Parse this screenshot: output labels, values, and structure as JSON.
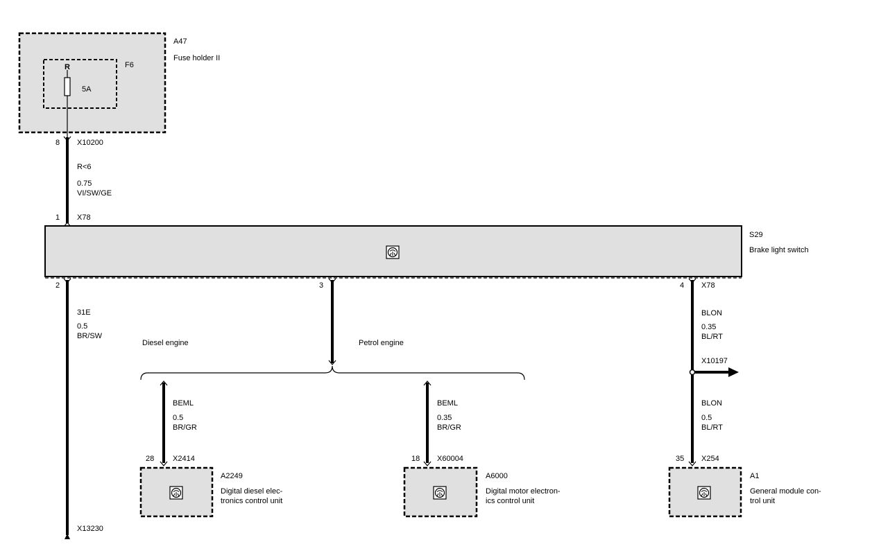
{
  "fuse_holder": {
    "id": "A47",
    "name": "Fuse holder II",
    "fuse_id": "F6",
    "fuse_letter": "R",
    "rating": "5A"
  },
  "wire_fuse_to_switch": {
    "pin_top": "8",
    "connector_top": "X10200",
    "signal": "R<6",
    "gauge": "0.75",
    "color": "VI/SW/GE",
    "pin_bottom": "1",
    "connector_bottom": "X78"
  },
  "switch": {
    "id": "S29",
    "name": "Brake light switch"
  },
  "ground_wire": {
    "pin": "2",
    "signal": "31E",
    "gauge": "0.5",
    "color": "BR/SW",
    "connector_end": "X13230"
  },
  "branch_pin": "3",
  "variants": {
    "diesel": "Diesel engine",
    "petrol": "Petrol engine"
  },
  "diesel_branch": {
    "signal": "BEML",
    "gauge": "0.5",
    "color": "BR/GR",
    "pin": "28",
    "connector": "X2414",
    "unit_id": "A2249",
    "unit_name_1": "Digital diesel elec-",
    "unit_name_2": "tronics control unit"
  },
  "petrol_branch": {
    "signal": "BEML",
    "gauge": "0.35",
    "color": "BR/GR",
    "pin": "18",
    "connector": "X60004",
    "unit_id": "A6000",
    "unit_name_1": "Digital motor electron-",
    "unit_name_2": "ics control unit"
  },
  "right_wire": {
    "pin": "4",
    "connector": "X78",
    "signal": "BLON",
    "gauge": "0.35",
    "color": "BL/RT",
    "splice_connector": "X10197",
    "signal_lower": "BLON",
    "gauge_lower": "0.5",
    "color_lower": "BL/RT",
    "pin_lower": "35",
    "connector_lower": "X254",
    "unit_id": "A1",
    "unit_name_1": "General module con-",
    "unit_name_2": "trol unit"
  },
  "icons": [
    "fuse-icon",
    "control-unit-icon",
    "arrow-right-icon",
    "brace"
  ]
}
